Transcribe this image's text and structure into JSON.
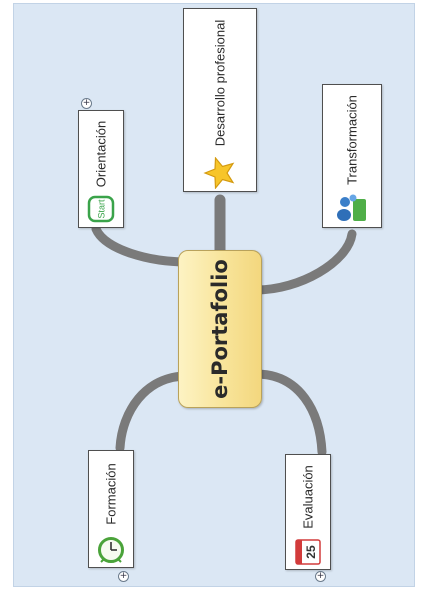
{
  "diagram": {
    "central": {
      "label": "e-Portafolio"
    },
    "nodes": [
      {
        "id": "orientacion",
        "label": "Orientación",
        "icon": "start-icon",
        "icon_text": "Start",
        "expander": "+"
      },
      {
        "id": "desarrollo",
        "label": "Desarrollo profesional",
        "icon": "star-icon"
      },
      {
        "id": "transformacion",
        "label": "Transformación",
        "icon": "people-icon"
      },
      {
        "id": "formacion",
        "label": "Formación",
        "icon": "clock-icon",
        "expander": "+"
      },
      {
        "id": "evaluacion",
        "label": "Evaluación",
        "icon": "calendar-icon",
        "icon_text": "25",
        "expander": "+"
      }
    ],
    "colors": {
      "background": "#dbe7f4",
      "connector": "#7a7a7a",
      "central_fill": "#f8e49a",
      "central_border": "#b9a25b",
      "node_border": "#4f4f4f"
    }
  }
}
